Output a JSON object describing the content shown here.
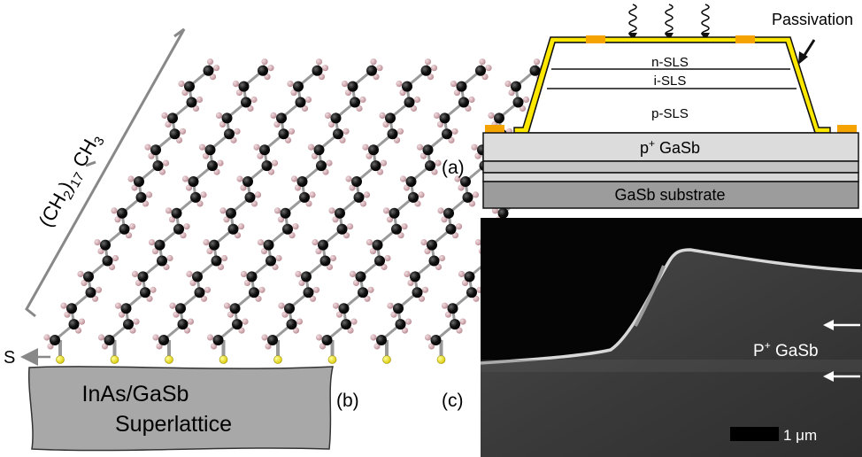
{
  "molecule": {
    "formula_main": "(CH",
    "formula_sub1": "2",
    "formula_mid": ")",
    "formula_sub2": "17",
    "formula_end": " CH",
    "formula_sub3": "3",
    "sulfur_label": "S",
    "substrate_line1": "InAs/GaSb",
    "substrate_line2": "Superlattice",
    "panel_label": "(b)",
    "chain_count": 8,
    "carbons_per_chain": 18
  },
  "device": {
    "passivation_label": "Passivation",
    "layers": {
      "n_sls": "n-SLS",
      "i_sls": "i-SLS",
      "p_sls": "p-SLS",
      "p_gasb_main": "p",
      "p_gasb_sup": "+",
      "p_gasb_end": " GaSb",
      "substrate": "GaSb substrate"
    },
    "panel_label": "(a)"
  },
  "sem": {
    "layer_main": "P",
    "layer_sup": "+",
    "layer_end": " GaSb",
    "scale_label": "1 μm",
    "panel_label": "(c)"
  },
  "colors": {
    "passivation": "#ffe800",
    "contact": "#f5a300",
    "carbon": "#111111",
    "hydrogen": "#cfa0a8",
    "sulfur": "#f2e600",
    "substrate_fill": "#a8a8a8",
    "sem_background": "#262626"
  }
}
